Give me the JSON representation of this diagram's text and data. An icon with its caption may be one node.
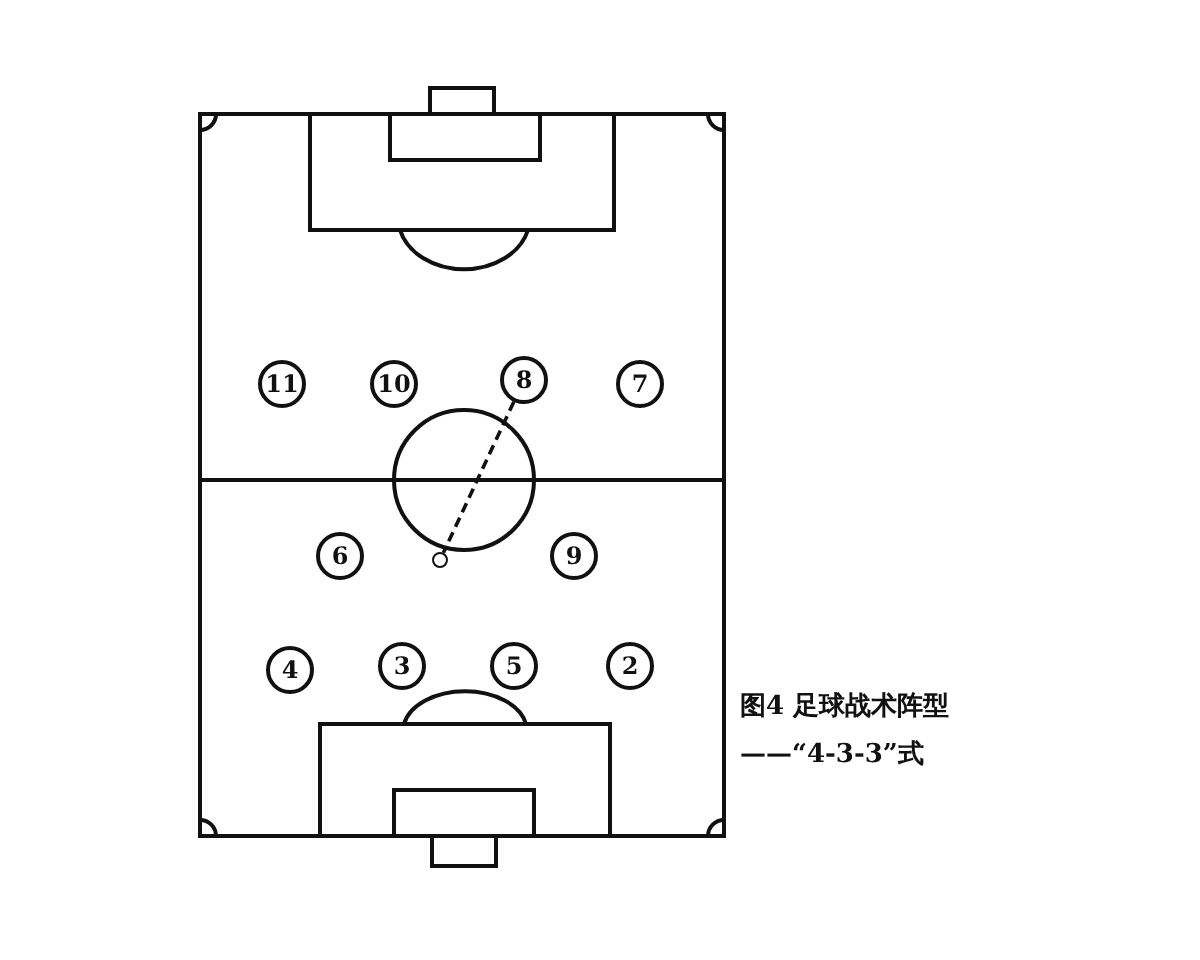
{
  "diagram": {
    "caption": "图4 足球战术阵型——“4-3-3”式",
    "nodes": [
      {
        "text": [
          "11"
        ]
      },
      {
        "text": [
          "10"
        ]
      },
      {
        "text": [
          "8"
        ]
      },
      {
        "text": [
          "7"
        ]
      },
      {
        "text": [
          "6"
        ]
      },
      {
        "text": [],
        "shape": "circle"
      },
      {
        "text": [
          "9"
        ]
      },
      {
        "text": [
          "4"
        ]
      },
      {
        "text": [
          "3"
        ]
      },
      {
        "text": [
          "5"
        ]
      },
      {
        "text": [
          "2"
        ]
      }
    ],
    "edges": [
      {
        "from": 2,
        "to": 5,
        "arrow": "none",
        "style": "dashed"
      }
    ]
  }
}
